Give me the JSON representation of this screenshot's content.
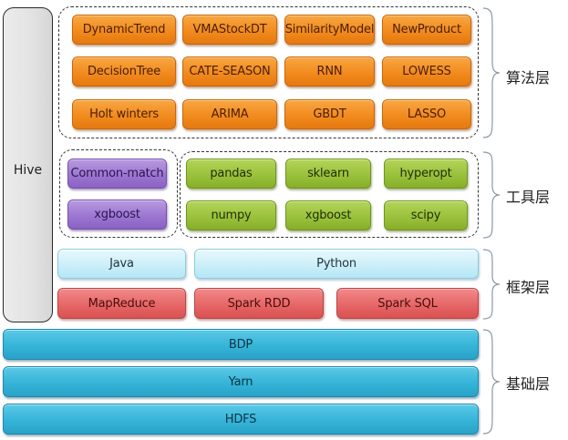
{
  "sidebar": {
    "label": "Hive"
  },
  "layers": {
    "algorithm": {
      "label": "算法层",
      "items": [
        "DynamicTrend",
        "VMAStockDT",
        "SimilarityModel",
        "NewProduct",
        "DecisionTree",
        "CATE-SEASON",
        "RNN",
        "LOWESS",
        "Holt winters",
        "ARIMA",
        "GBDT",
        "LASSO"
      ],
      "color": "#f28b1e"
    },
    "tool": {
      "label": "工具层",
      "group_left": {
        "items": [
          "Common-match",
          "xgboost"
        ],
        "color": "#9a74d0"
      },
      "group_right": {
        "items": [
          "pandas",
          "sklearn",
          "hyperopt",
          "numpy",
          "xgboost",
          "scipy"
        ],
        "color": "#98c03a"
      }
    },
    "framework": {
      "label": "框架层",
      "languages": {
        "items": [
          "Java",
          "Python"
        ],
        "color": "#c9eef9"
      },
      "engines": {
        "items": [
          "MapReduce",
          "Spark RDD",
          "Spark SQL"
        ],
        "color": "#e56464"
      }
    },
    "base": {
      "label": "基础层",
      "items": [
        "BDP",
        "Yarn",
        "HDFS"
      ],
      "color": "#35b4d8"
    }
  }
}
